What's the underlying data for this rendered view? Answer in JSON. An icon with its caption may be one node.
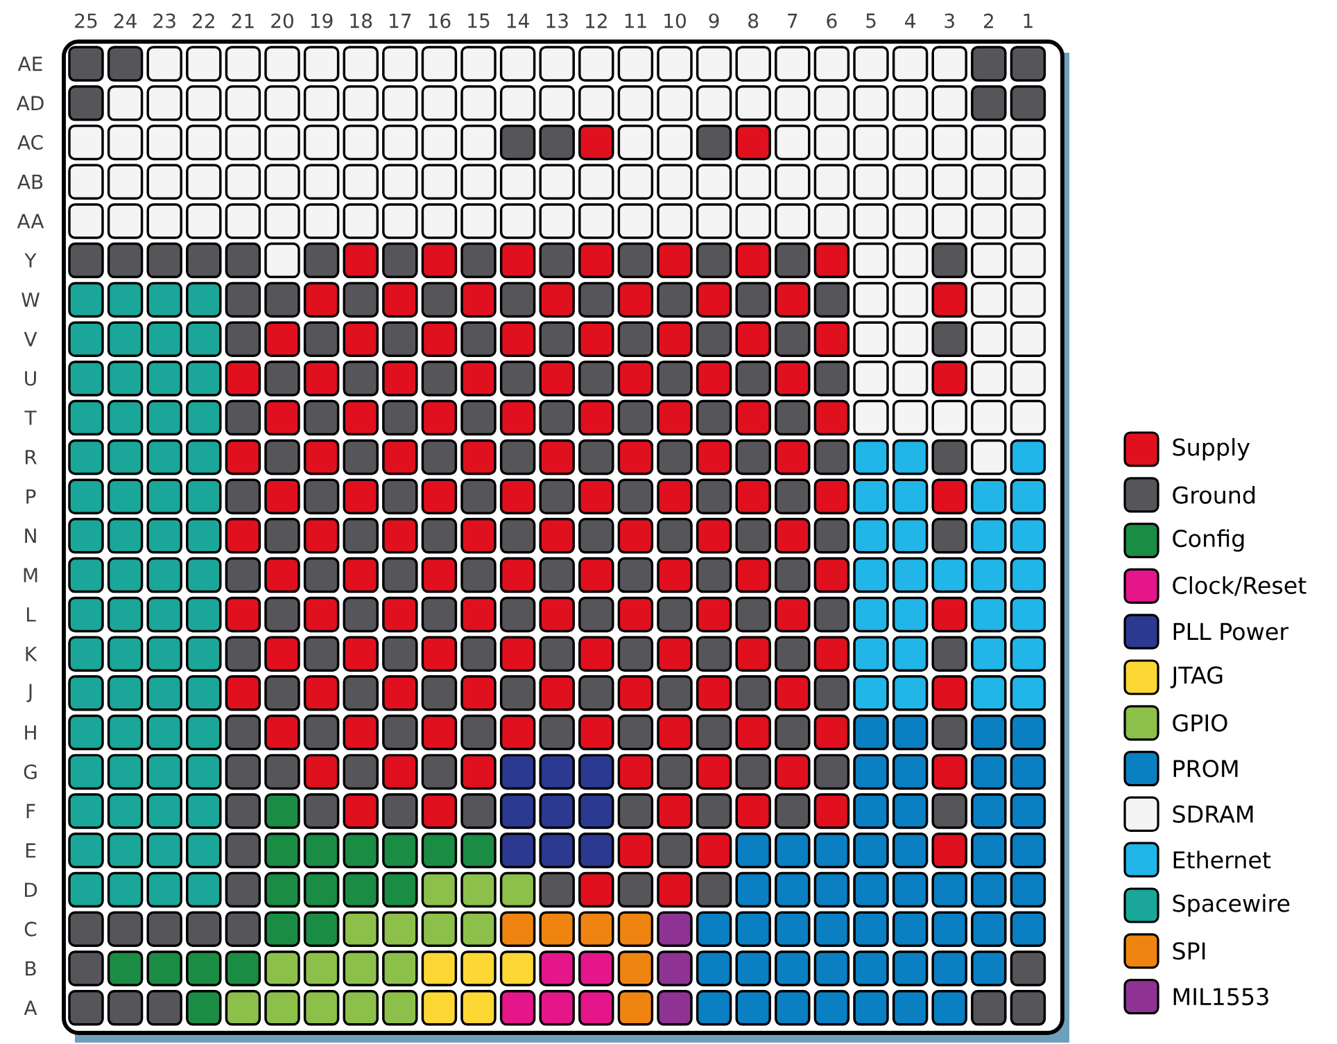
{
  "diagram": {
    "labels": [
      "25",
      "24",
      "23",
      "22",
      "21",
      "20",
      "19",
      "18",
      "17",
      "16",
      "15",
      "14",
      "13",
      "12",
      "11",
      "10",
      "9",
      "8",
      "7",
      "6",
      "5",
      "4",
      "3",
      "2",
      "1",
      "AE",
      "AD",
      "AC",
      "AB",
      "AA",
      "Y",
      "W",
      "V",
      "U",
      "T",
      "R",
      "P",
      "N",
      "M",
      "L",
      "K",
      "J",
      "H",
      "G",
      "F",
      "E",
      "D",
      "C",
      "B",
      "A"
    ],
    "legend": [
      {
        "text": "Supply",
        "color": "#e0101f"
      },
      {
        "text": "Ground",
        "color": "#56565a"
      },
      {
        "text": "Config",
        "color": "#1a8c44"
      },
      {
        "text": "Clock/Reset",
        "color": "#e4168a"
      },
      {
        "text": "PLL Power",
        "color": "#2b3990"
      },
      {
        "text": "JTAG",
        "color": "#fdd835"
      },
      {
        "text": "GPIO",
        "color": "#8dc04b"
      },
      {
        "text": "PROM",
        "color": "#0a7fc2"
      },
      {
        "text": "SDRAM",
        "color": "#f4f4f4"
      },
      {
        "text": "Ethernet",
        "color": "#21b5e8"
      },
      {
        "text": "Spacewire",
        "color": "#1aa698"
      },
      {
        "text": "SPI",
        "color": "#ef8510"
      },
      {
        "text": "MIL1553",
        "color": "#8e3393"
      }
    ]
  }
}
